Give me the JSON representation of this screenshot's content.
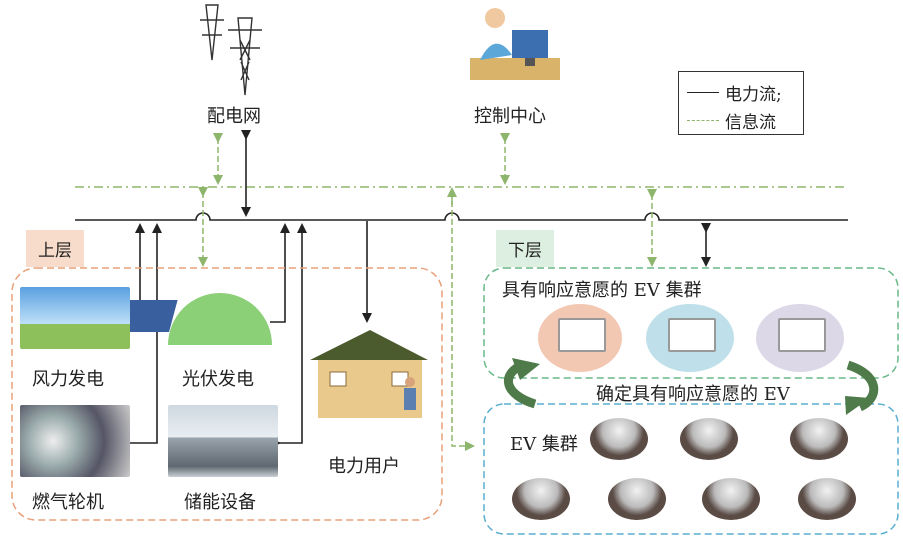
{
  "labels": {
    "grid": "配电网",
    "control": "控制中心",
    "upper": "上层",
    "lower": "下层",
    "wind": "风力发电",
    "pv": "光伏发电",
    "gas": "燃气轮机",
    "storage": "储能设备",
    "user": "电力用户",
    "ev_willing": "具有响应意愿的 EV 集群",
    "ev_determine": "确定具有响应意愿的 EV",
    "ev_cluster": "EV 集群"
  },
  "legend": {
    "power": "电力流;",
    "info": "信息流"
  },
  "colors": {
    "power_line": "#222222",
    "info_line": "#8db56b",
    "upper_box": "#e8a07a",
    "lower_top_box": "#6ab98a",
    "lower_bottom_box": "#5aaed0",
    "upper_tag_bg": "#f8dccb",
    "lower_tag_bg": "#dcefe0"
  }
}
